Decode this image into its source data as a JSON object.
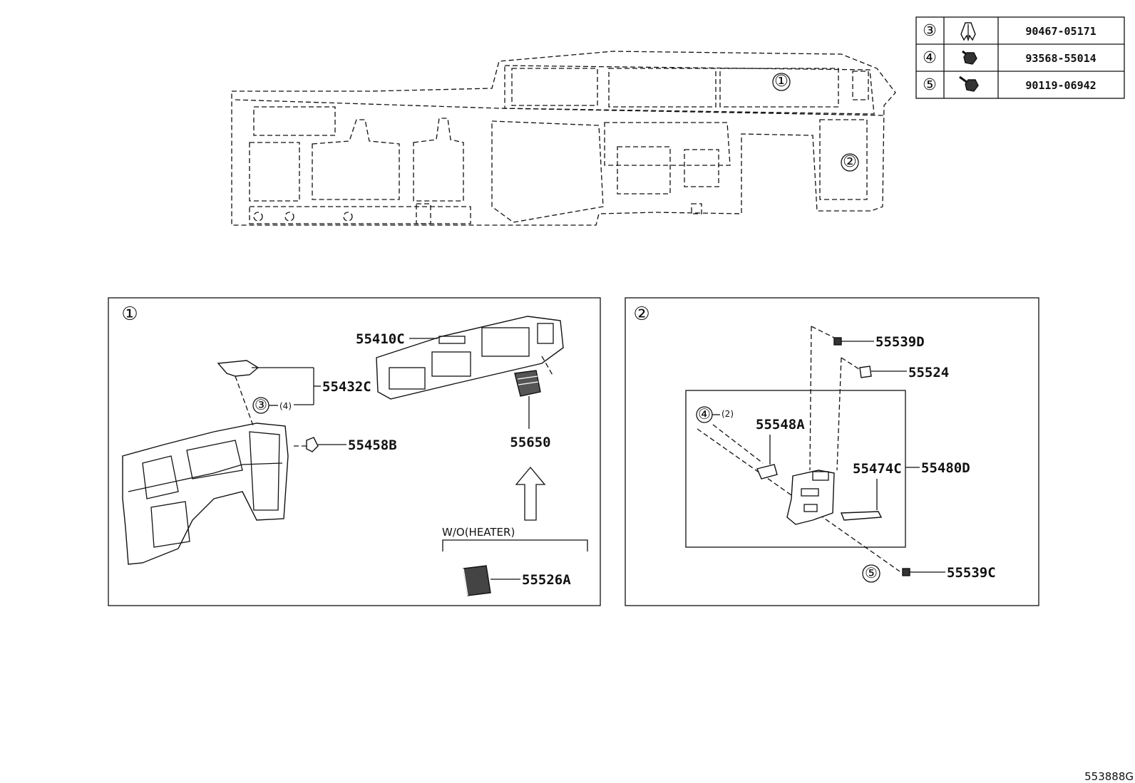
{
  "fastener_table": [
    {
      "ref": "③",
      "icon": "clip-icon",
      "part_no": "90467-05171"
    },
    {
      "ref": "④",
      "icon": "bolt-icon",
      "part_no": "93568-55014"
    },
    {
      "ref": "⑤",
      "icon": "screw-icon",
      "part_no": "90119-06942"
    }
  ],
  "overview": {
    "ref_1": "①",
    "ref_2": "②"
  },
  "panel_1": {
    "ref": "①",
    "parts": {
      "p55410c": "55410C",
      "p55432c": "55432C",
      "p55458b": "55458B",
      "p55650": "55650",
      "p55526a": "55526A"
    },
    "clip_ref": "③",
    "clip_qty": "(4)",
    "note_wo_heater": "W/O(HEATER)"
  },
  "panel_2": {
    "ref": "②",
    "parts": {
      "p55539d": "55539D",
      "p55524": "55524",
      "p55548a": "55548A",
      "p55474c": "55474C",
      "p55480d": "55480D",
      "p55539c": "55539C"
    },
    "bolt_ref": "④",
    "bolt_qty": "(2)",
    "screw_ref": "⑤"
  },
  "code": "553888G"
}
